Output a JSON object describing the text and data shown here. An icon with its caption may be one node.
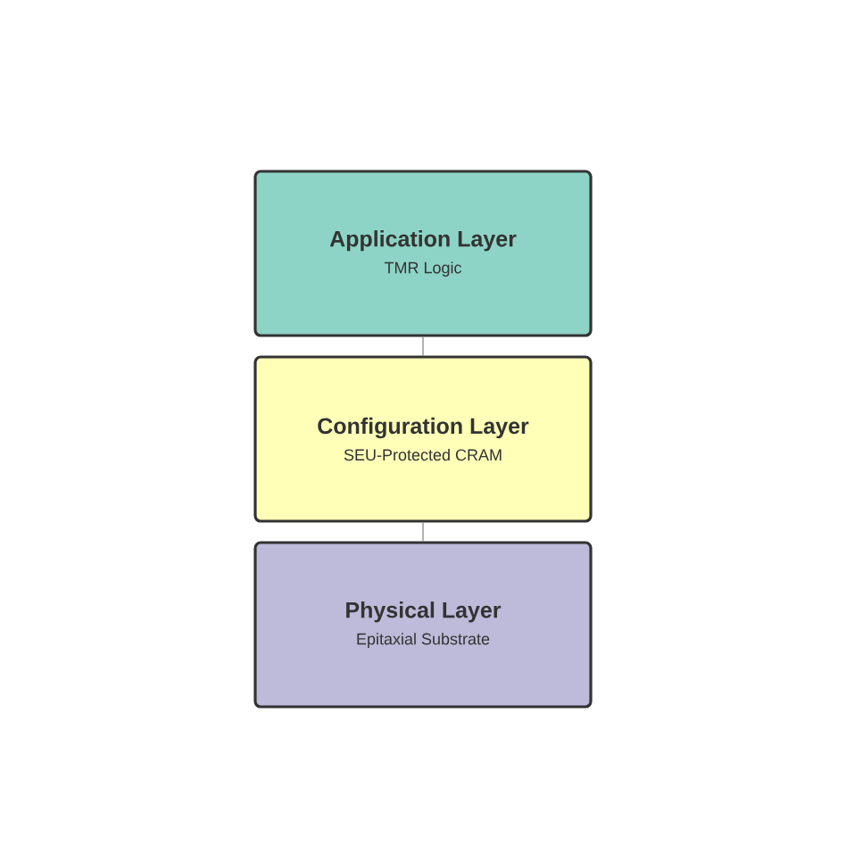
{
  "diagram": {
    "nodes": [
      {
        "text": [
          "Application Layer",
          "TMR Logic"
        ]
      },
      {
        "text": [
          "Configuration Layer",
          "SEU-Protected CRAM"
        ]
      },
      {
        "text": [
          "Physical Layer",
          "Epitaxial Substrate"
        ]
      }
    ],
    "edges": [
      {
        "from": 0,
        "to": 1,
        "arrow": "none"
      },
      {
        "from": 1,
        "to": 2,
        "arrow": "none"
      }
    ]
  }
}
